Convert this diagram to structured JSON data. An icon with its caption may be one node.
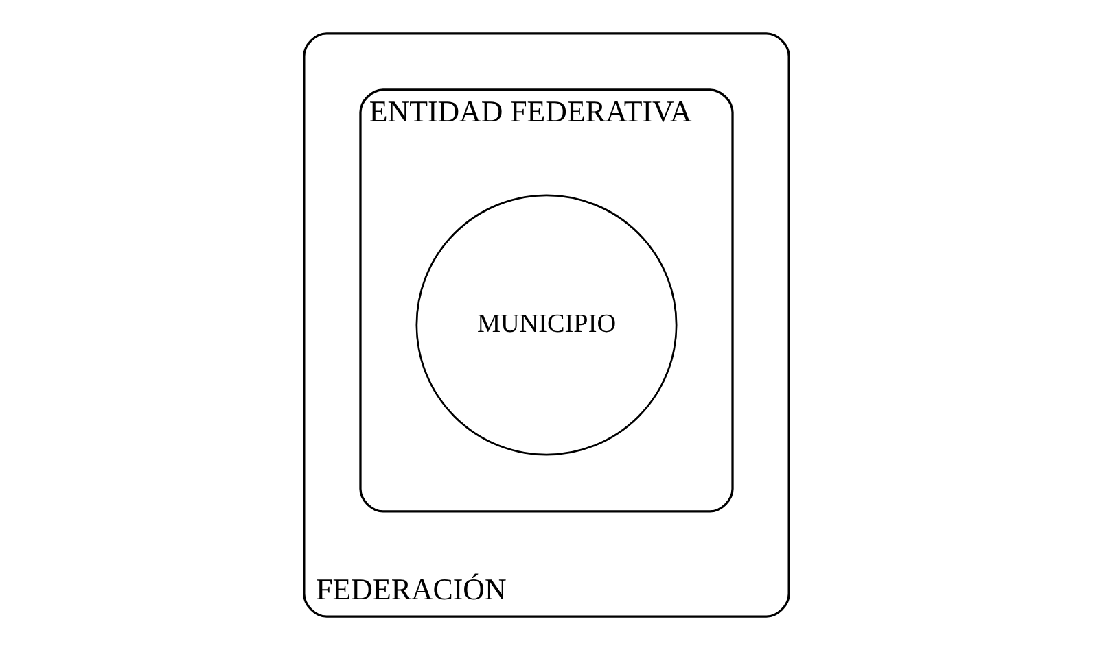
{
  "diagram": {
    "nodes": [
      {
        "text": [
          "FEDERACIÓN"
        ]
      },
      {
        "text": [
          "ENTIDAD FEDERATIVA"
        ],
        "in": 0
      },
      {
        "text": [
          "MUNICIPIO"
        ],
        "in": 1
      }
    ]
  }
}
